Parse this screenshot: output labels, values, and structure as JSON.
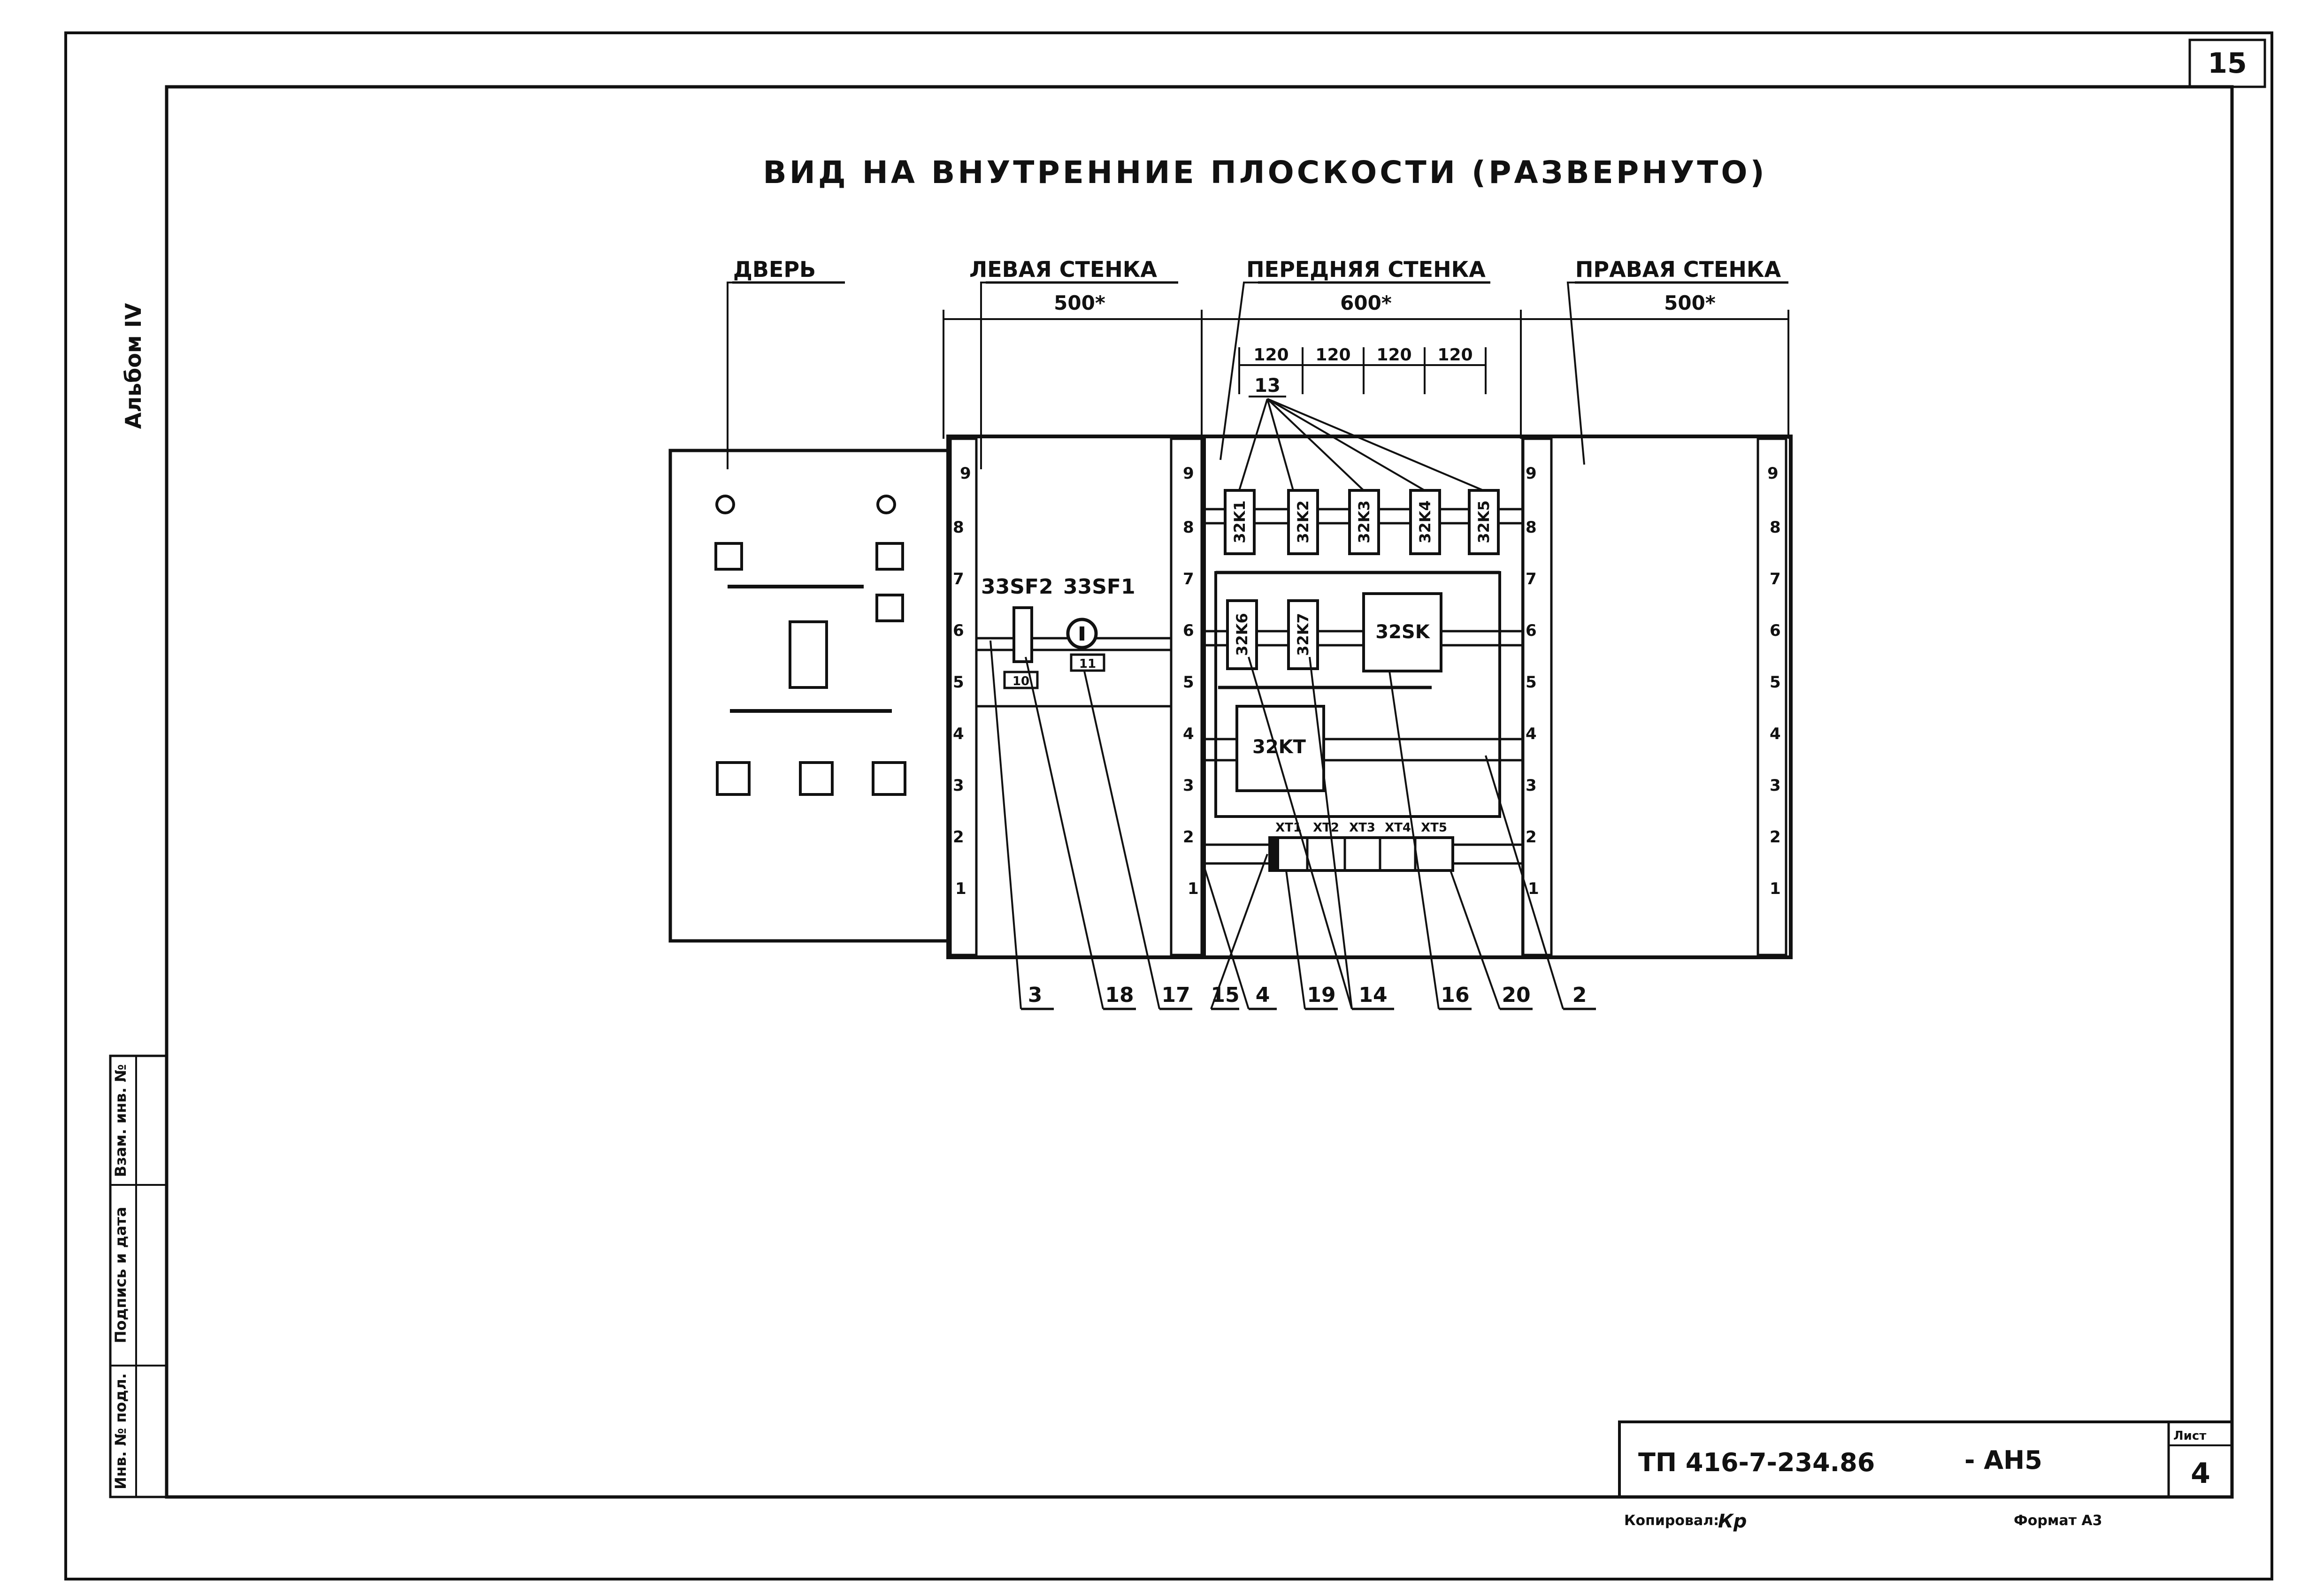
{
  "sheet": {
    "page_number": "15",
    "title": "ВИД НА ВНУТРЕННИЕ ПЛОСКОСТИ (РАЗВЕРНУТО)",
    "album": "Альбом IV"
  },
  "sections": {
    "door": "ДВЕРЬ",
    "left_wall": "ЛЕВАЯ СТЕНКА",
    "front_wall": "ПЕРЕДНЯЯ СТЕНКА",
    "right_wall": "ПРАВАЯ СТЕНКА"
  },
  "dimensions": {
    "left": "500*",
    "front": "600*",
    "right": "500*",
    "sub": [
      "120",
      "120",
      "120",
      "120"
    ],
    "callout_13": "13"
  },
  "rack_numbers": [
    "9",
    "8",
    "7",
    "6",
    "5",
    "4",
    "3",
    "2",
    "1"
  ],
  "devices": {
    "relays_top": [
      "32K1",
      "32K2",
      "32K3",
      "32K4",
      "32K5"
    ],
    "relays_mid": [
      "32K6",
      "32K7"
    ],
    "switch": "32SK",
    "timer": "32KT",
    "breaker_2": "33SF2",
    "breaker_1": "33SF1",
    "tag_10": "10",
    "tag_11": "11",
    "terminals": [
      "XT1",
      "XT2",
      "XT3",
      "XT4",
      "XT5"
    ]
  },
  "callouts": [
    "3",
    "18",
    "17",
    "15",
    "4",
    "19",
    "14",
    "16",
    "20",
    "2"
  ],
  "stamp": {
    "columns": [
      "Инв. № подл.",
      "Подпись и дата",
      "Взам. инв. №"
    ],
    "designation": "ТП 416-7-234.86",
    "suffix": "- АН5",
    "sheet_label": "Лист",
    "sheet_number": "4",
    "copied_label": "Копировал:",
    "copied_sign": "Кр",
    "format": "Формат А3"
  }
}
